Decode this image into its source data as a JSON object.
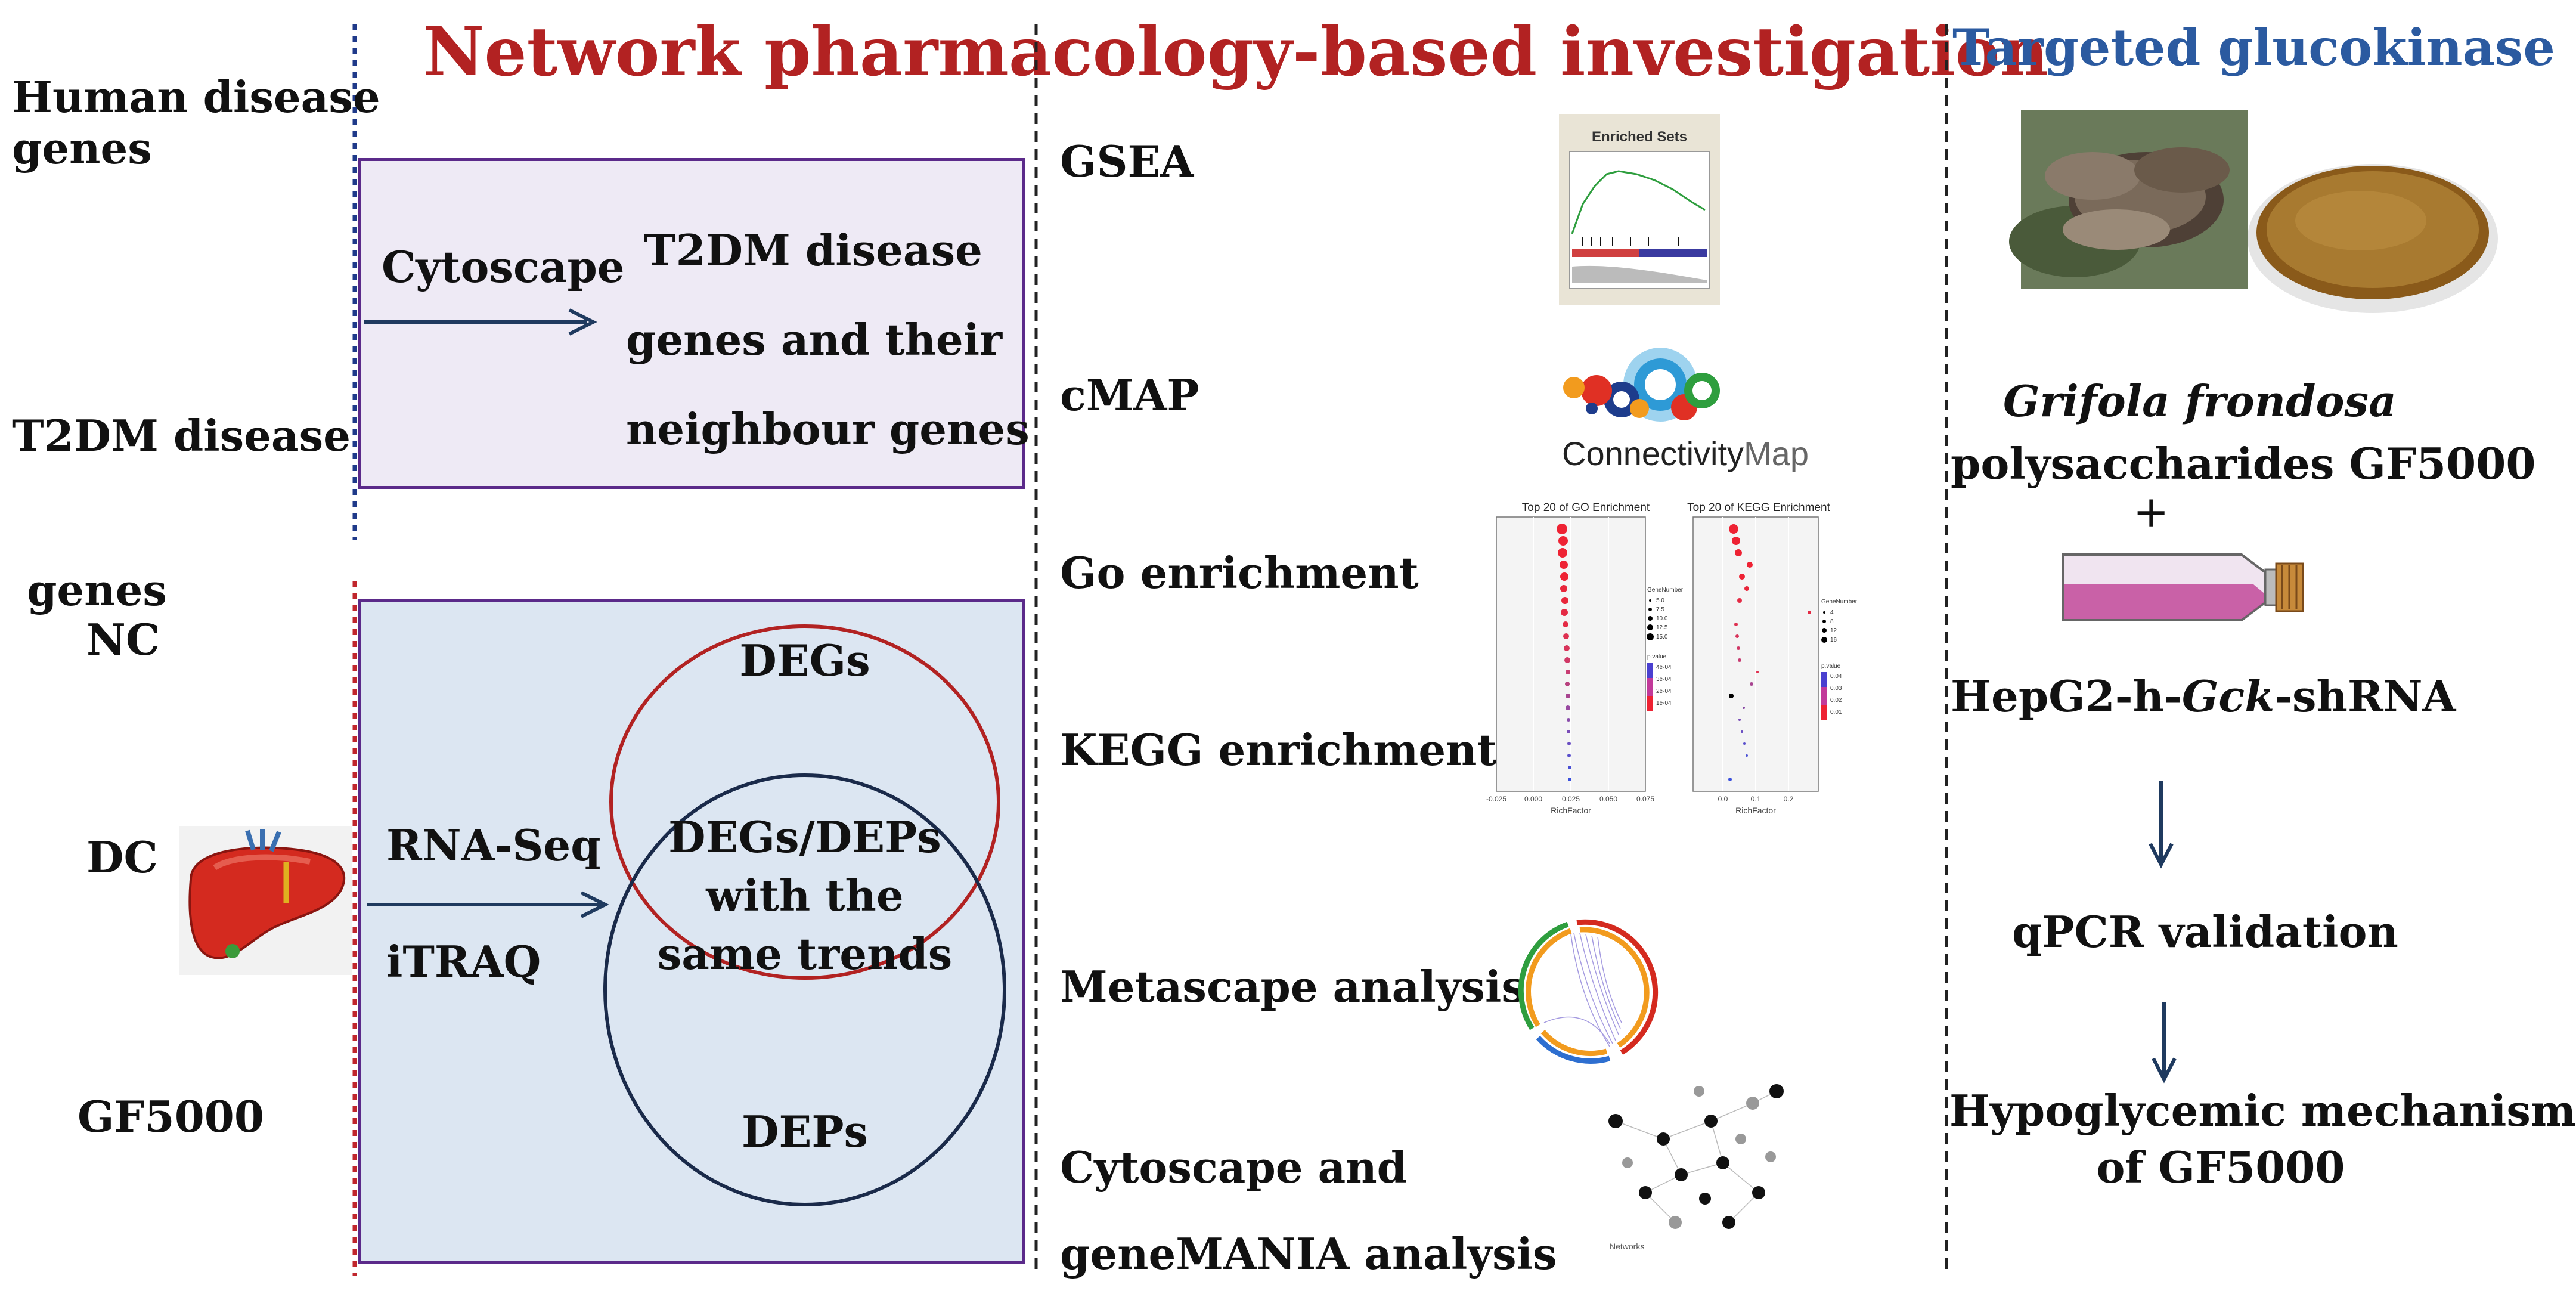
{
  "title": "Network pharmacology-based investigation",
  "right_title": "Targeted glucokinase",
  "left_labels": {
    "human_disease_genes": [
      "Human disease",
      "genes"
    ],
    "t2dm_disease_genes": [
      "T2DM disease",
      " genes"
    ],
    "nc": "NC",
    "dc": "DC",
    "gf5000": "GF5000"
  },
  "top_box": {
    "tool": "Cytoscape",
    "result": [
      "T2DM disease",
      "genes and their",
      "neighbour genes"
    ]
  },
  "bottom_box": {
    "methods": [
      "RNA-Seq",
      "iTRAQ"
    ],
    "degs": "DEGs",
    "overlap": [
      "DEGs/DEPs",
      "with the",
      "same trends"
    ],
    "deps": "DEPs"
  },
  "analyses": {
    "gsea": "GSEA",
    "cmap": "cMAP",
    "go": "Go enrichment",
    "kegg": "KEGG enrichment",
    "metascape": "Metascape analysis",
    "cytoscape": [
      "Cytoscape and",
      "geneMANIA analysis"
    ]
  },
  "thumbnails": {
    "gsea_title": "Enriched Sets",
    "cmap_logo_a": "Connectivity",
    "cmap_logo_b": "Map",
    "go_title": "Top 20 of GO Enrichment",
    "kegg_title": "Top 20 of KEGG Enrichment",
    "richfactor": "RichFactor",
    "go_ticks": [
      "-0.025",
      "0.000",
      "0.025",
      "0.050",
      "0.075"
    ],
    "kegg_ticks": [
      "0.0",
      "0.1",
      "0.2"
    ],
    "go_legend": [
      "GeneNumber",
      "5.0",
      "7.5",
      "10.0",
      "12.5",
      "15.0",
      "p.value",
      "4e-04",
      "3e-04",
      "2e-04",
      "1e-04"
    ],
    "kegg_legend": [
      "GeneNumber",
      "4",
      "8",
      "12",
      "16",
      "p.value",
      "0.04",
      "0.03",
      "0.02",
      "0.01"
    ],
    "networks": "Networks"
  },
  "right": {
    "species": "Grifola frondosa",
    "polysaccharide": "polysaccharides GF5000",
    "plus": "+",
    "cell_a": "HepG2-h-",
    "cell_gene": "Gck",
    "cell_b": "-shRNA",
    "qpcr": "qPCR validation",
    "mechanism": [
      "Hypoglycemic mechanism",
      "of GF5000"
    ]
  },
  "colors": {
    "title_red": "#b22222",
    "title_blue": "#2b5aa0",
    "box_border": "#5b2a8a",
    "top_box_fill": "#eeeaf5",
    "bottom_box_fill": "#dce6f2",
    "degs_circle": "#b22222",
    "deps_circle": "#1a2a4a",
    "arrow": "#1f3a5f"
  }
}
